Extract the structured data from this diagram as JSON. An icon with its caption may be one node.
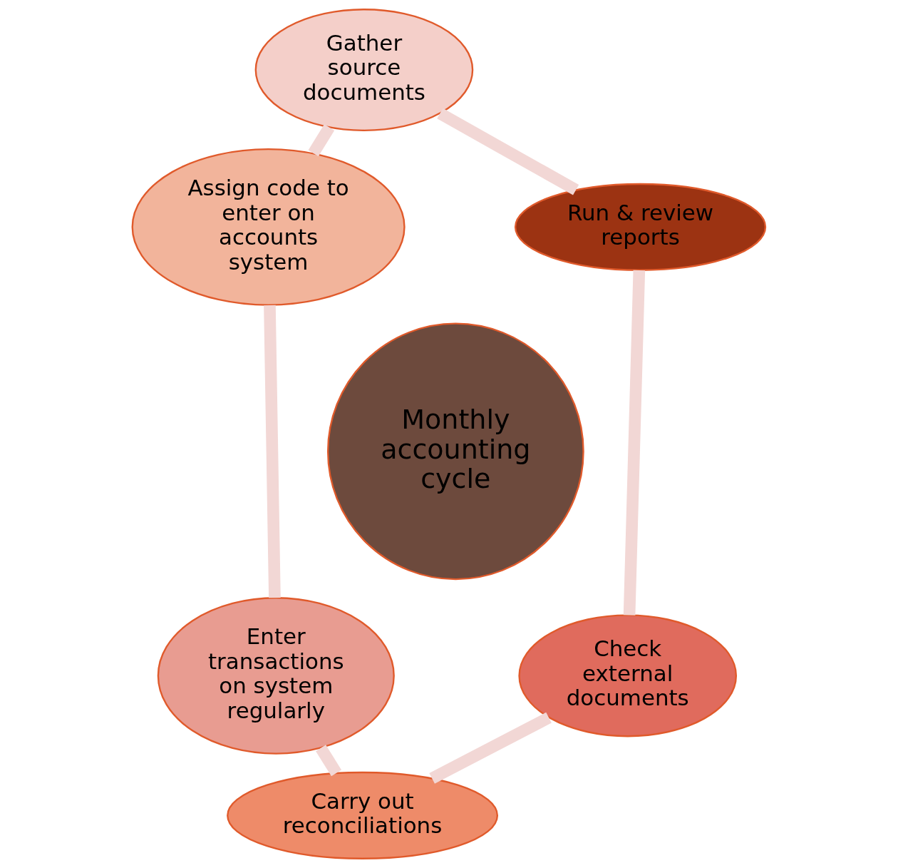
{
  "diagram": {
    "nodes": [
      {
        "text": [
          "Gather source documents"
        ]
      },
      {
        "text": [
          "Assign code to enter on accounts system"
        ]
      },
      {
        "text": [
          "Enter transactions on system regularly"
        ]
      },
      {
        "text": [
          "Carry out reconciliations"
        ]
      },
      {
        "text": [
          "Check external documents"
        ]
      },
      {
        "text": [
          "Run & review reports"
        ]
      },
      {
        "text": [
          "Monthly accounting cycle"
        ]
      }
    ],
    "edges": [
      {
        "from": 0,
        "to": 1,
        "arrow": "none"
      },
      {
        "from": 1,
        "to": 2,
        "arrow": "none"
      },
      {
        "from": 2,
        "to": 3,
        "arrow": "none"
      },
      {
        "from": 3,
        "to": 4,
        "arrow": "none"
      },
      {
        "from": 4,
        "to": 5,
        "arrow": "none"
      },
      {
        "from": 5,
        "to": 0,
        "arrow": "none"
      }
    ]
  }
}
